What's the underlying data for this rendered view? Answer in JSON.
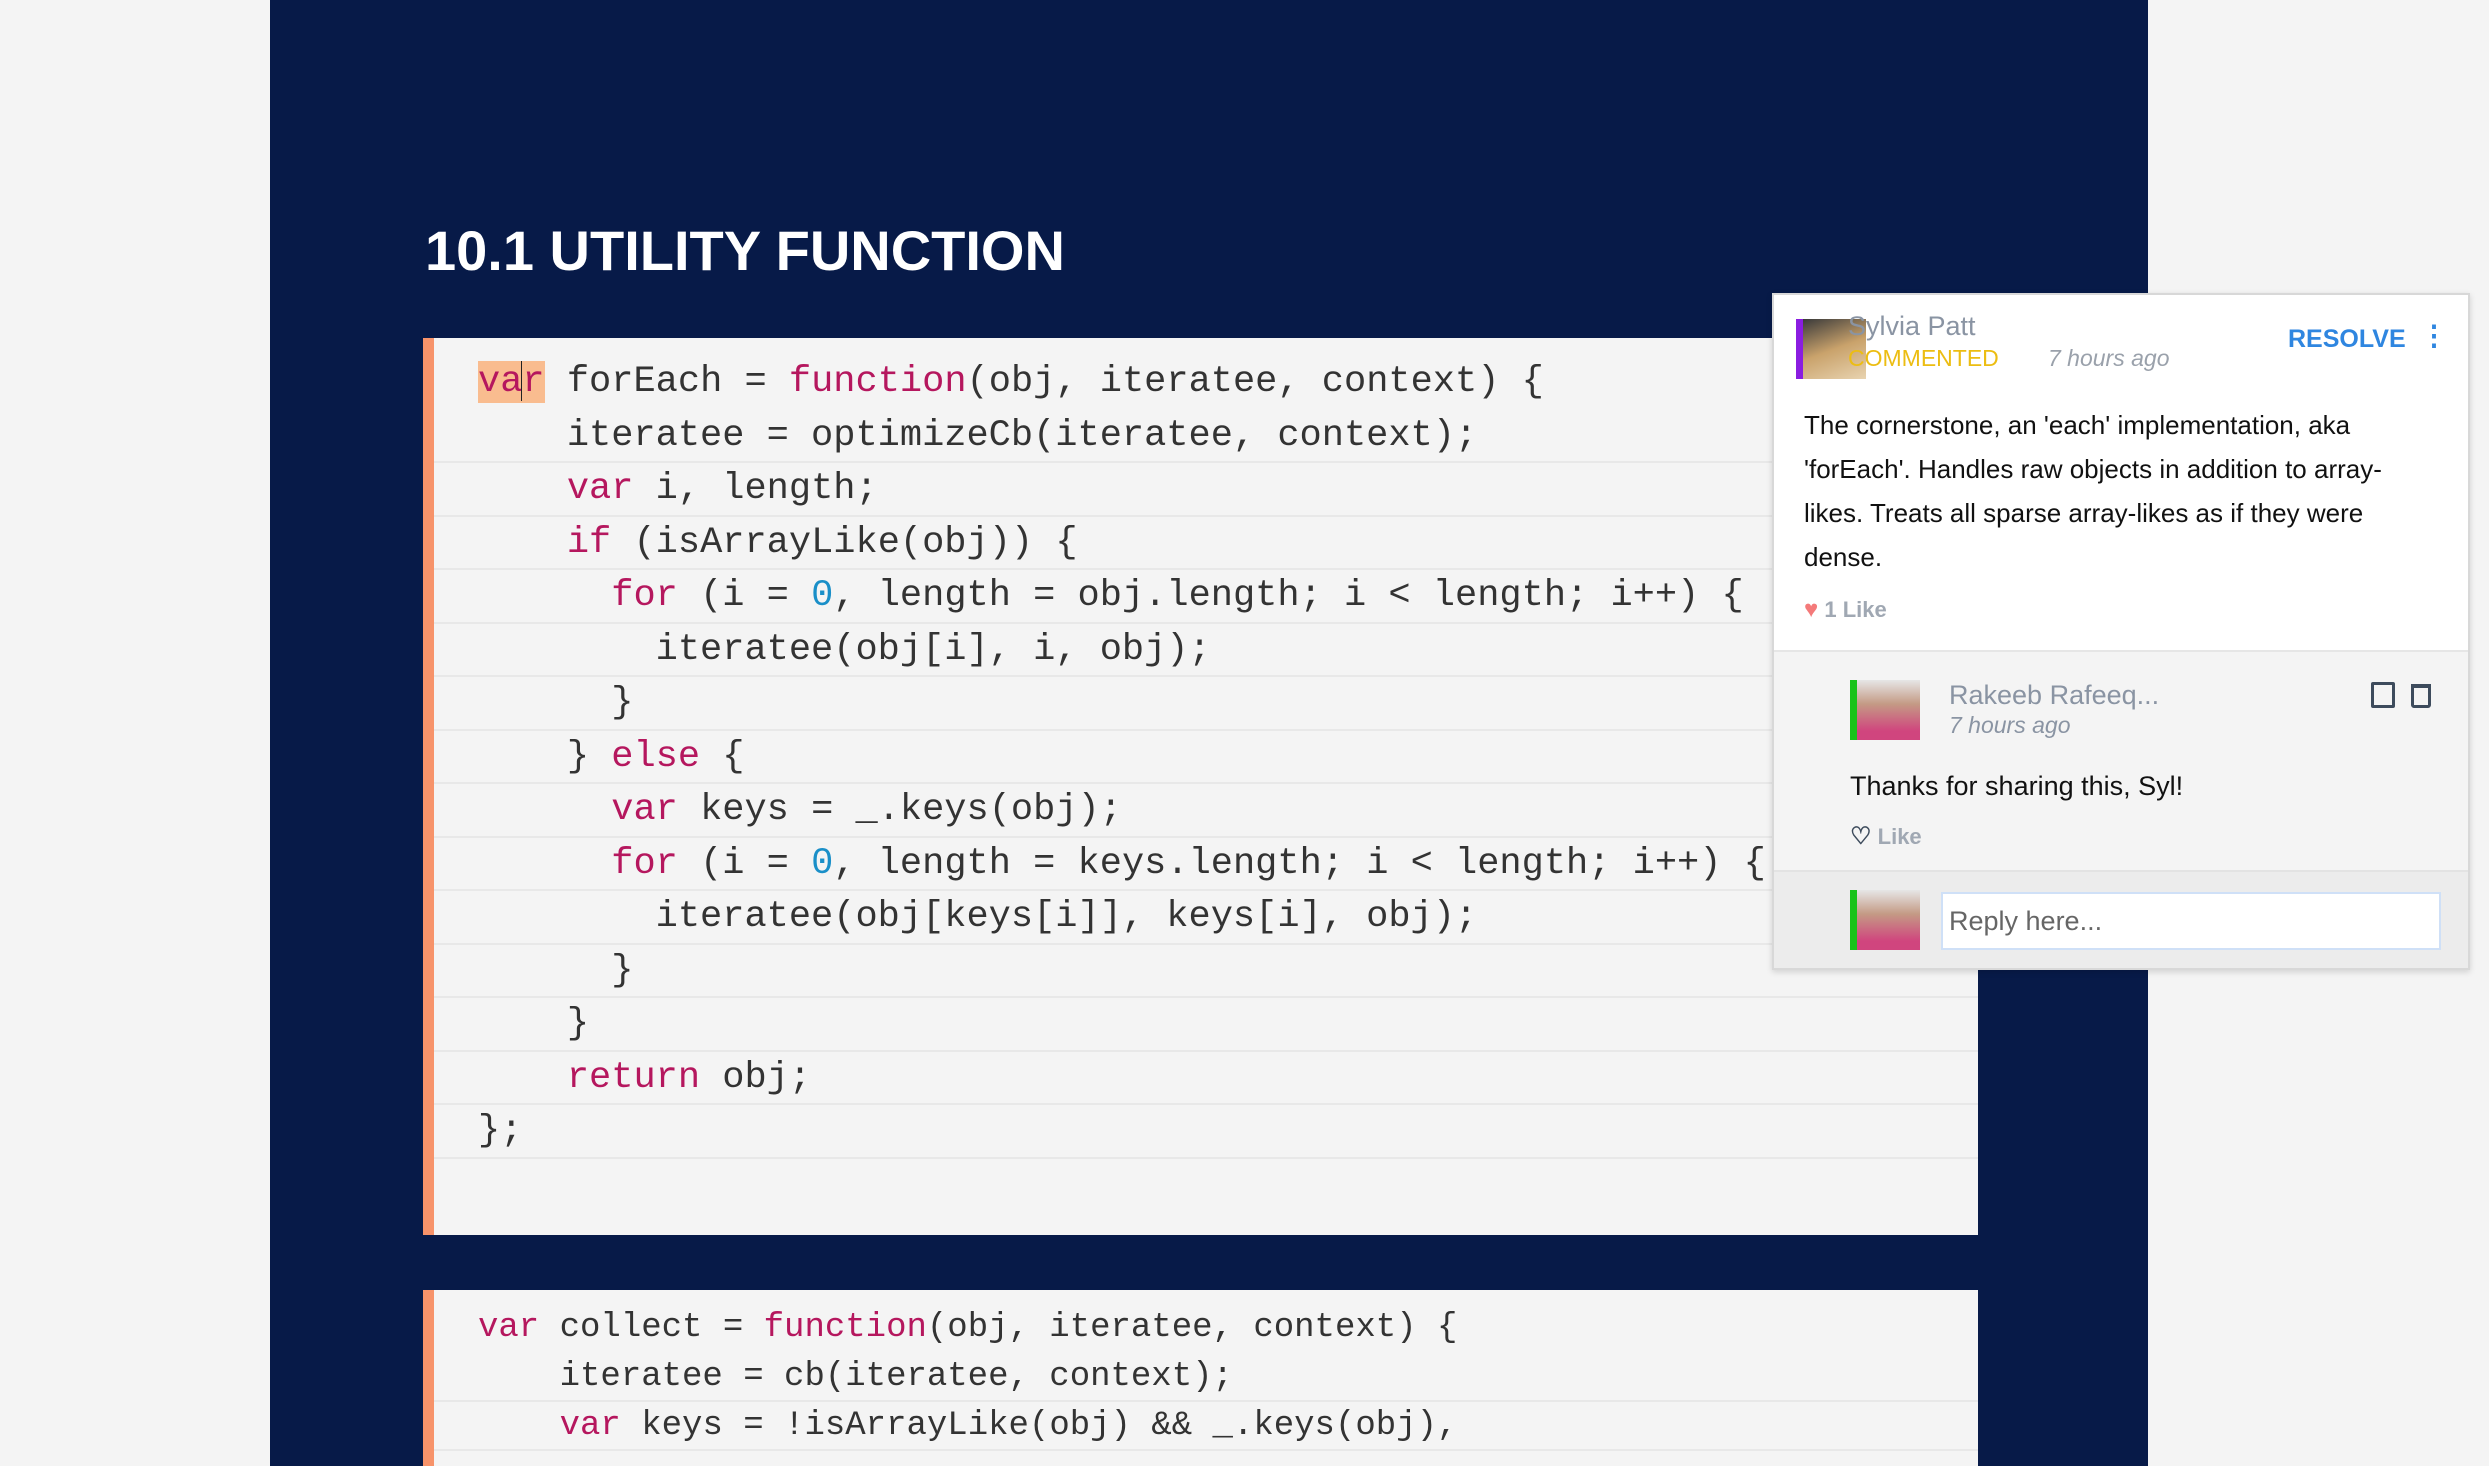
{
  "section_title": "10.1 UTILITY FUNCTION",
  "code_block_1": [
    [
      [
        "hl",
        "va"
      ],
      [
        "caret",
        ""
      ],
      [
        "hl2",
        "r"
      ],
      [
        "p",
        " forEach = "
      ],
      [
        "kw",
        "function"
      ],
      [
        "p",
        "(obj, iteratee, context) {"
      ]
    ],
    [
      [
        "p",
        "    iteratee = optimizeCb(iteratee, context);"
      ]
    ],
    [
      [
        "p",
        "    "
      ],
      [
        "kw",
        "var"
      ],
      [
        "p",
        " i, length;"
      ]
    ],
    [
      [
        "p",
        "    "
      ],
      [
        "kw",
        "if"
      ],
      [
        "p",
        " (isArrayLike(obj)) {"
      ]
    ],
    [
      [
        "p",
        "      "
      ],
      [
        "kw",
        "for"
      ],
      [
        "p",
        " (i = "
      ],
      [
        "num",
        "0"
      ],
      [
        "p",
        ", length = obj.length; i < length; i++) {"
      ]
    ],
    [
      [
        "p",
        "        iteratee(obj[i], i, obj);"
      ]
    ],
    [
      [
        "p",
        "      }"
      ]
    ],
    [
      [
        "p",
        "    } "
      ],
      [
        "kw",
        "else"
      ],
      [
        "p",
        " {"
      ]
    ],
    [
      [
        "p",
        "      "
      ],
      [
        "kw",
        "var"
      ],
      [
        "p",
        " keys = _.keys(obj);"
      ]
    ],
    [
      [
        "p",
        "      "
      ],
      [
        "kw",
        "for"
      ],
      [
        "p",
        " (i = "
      ],
      [
        "num",
        "0"
      ],
      [
        "p",
        ", length = keys.length; i < length; i++) {"
      ]
    ],
    [
      [
        "p",
        "        iteratee(obj[keys[i]], keys[i], obj);"
      ]
    ],
    [
      [
        "p",
        "      }"
      ]
    ],
    [
      [
        "p",
        "    }"
      ]
    ],
    [
      [
        "p",
        "    "
      ],
      [
        "kw",
        "return"
      ],
      [
        "p",
        " obj;"
      ]
    ],
    [
      [
        "p",
        "};"
      ]
    ]
  ],
  "code_block_2": [
    [
      [
        "kw",
        "var"
      ],
      [
        "p",
        " collect = "
      ],
      [
        "kw",
        "function"
      ],
      [
        "p",
        "(obj, iteratee, context) {"
      ]
    ],
    [
      [
        "p",
        "    iteratee = cb(iteratee, context);"
      ]
    ],
    [
      [
        "p",
        "    "
      ],
      [
        "kw",
        "var"
      ],
      [
        "p",
        " keys = !isArrayLike(obj) && _.keys(obj),"
      ]
    ]
  ],
  "comment": {
    "author": "Sylvia Patt",
    "action": "COMMENTED",
    "time": "7 hours ago",
    "resolve": "RESOLVE",
    "more": "⋮",
    "text": "The cornerstone, an 'each' implementation, aka 'forEach'. Handles raw objects in addition to array-likes. Treats all sparse array-likes as if they were dense.",
    "likes": "1 Like",
    "heart": "♥"
  },
  "reply": {
    "author": "Rakeeb Rafeeq...",
    "time": "7 hours ago",
    "text": "Thanks for sharing this, Syl!",
    "like": "Like",
    "heart": "♡",
    "placeholder": "Reply here..."
  },
  "colors": {
    "navy": "#071a48",
    "accent": "#f7936a",
    "keyword": "#b5175e",
    "number": "#1a8fc8",
    "resolve": "#2f86e0",
    "commented": "#f0c419"
  }
}
